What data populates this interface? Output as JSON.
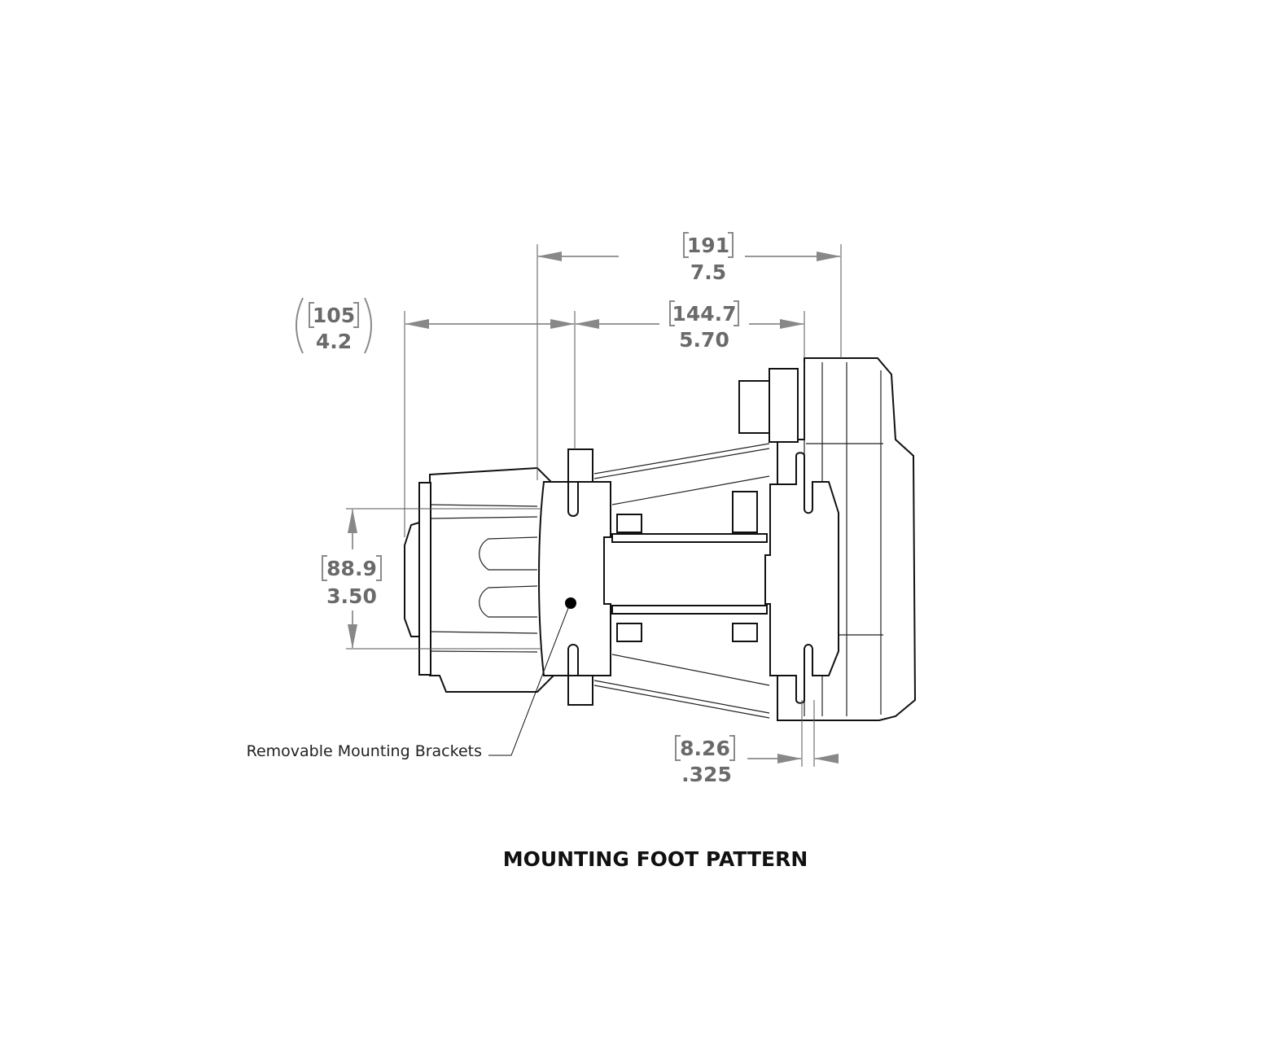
{
  "title": "MOUNTING FOOT PATTERN",
  "callout": "Removable Mounting Brackets",
  "dimensions": {
    "overall": {
      "mm": "191",
      "in": "7.5"
    },
    "front": {
      "mm": "105",
      "in": "4.2",
      "reference": true
    },
    "bracket_spacing": {
      "mm": "144.7",
      "in": "5.70"
    },
    "foot_height": {
      "mm": "88.9",
      "in": "3.50"
    },
    "slot_width": {
      "mm": "8.26",
      "in": ".325"
    }
  },
  "colors": {
    "dimension_text": "#6a6a6a",
    "lines": "#111111"
  }
}
